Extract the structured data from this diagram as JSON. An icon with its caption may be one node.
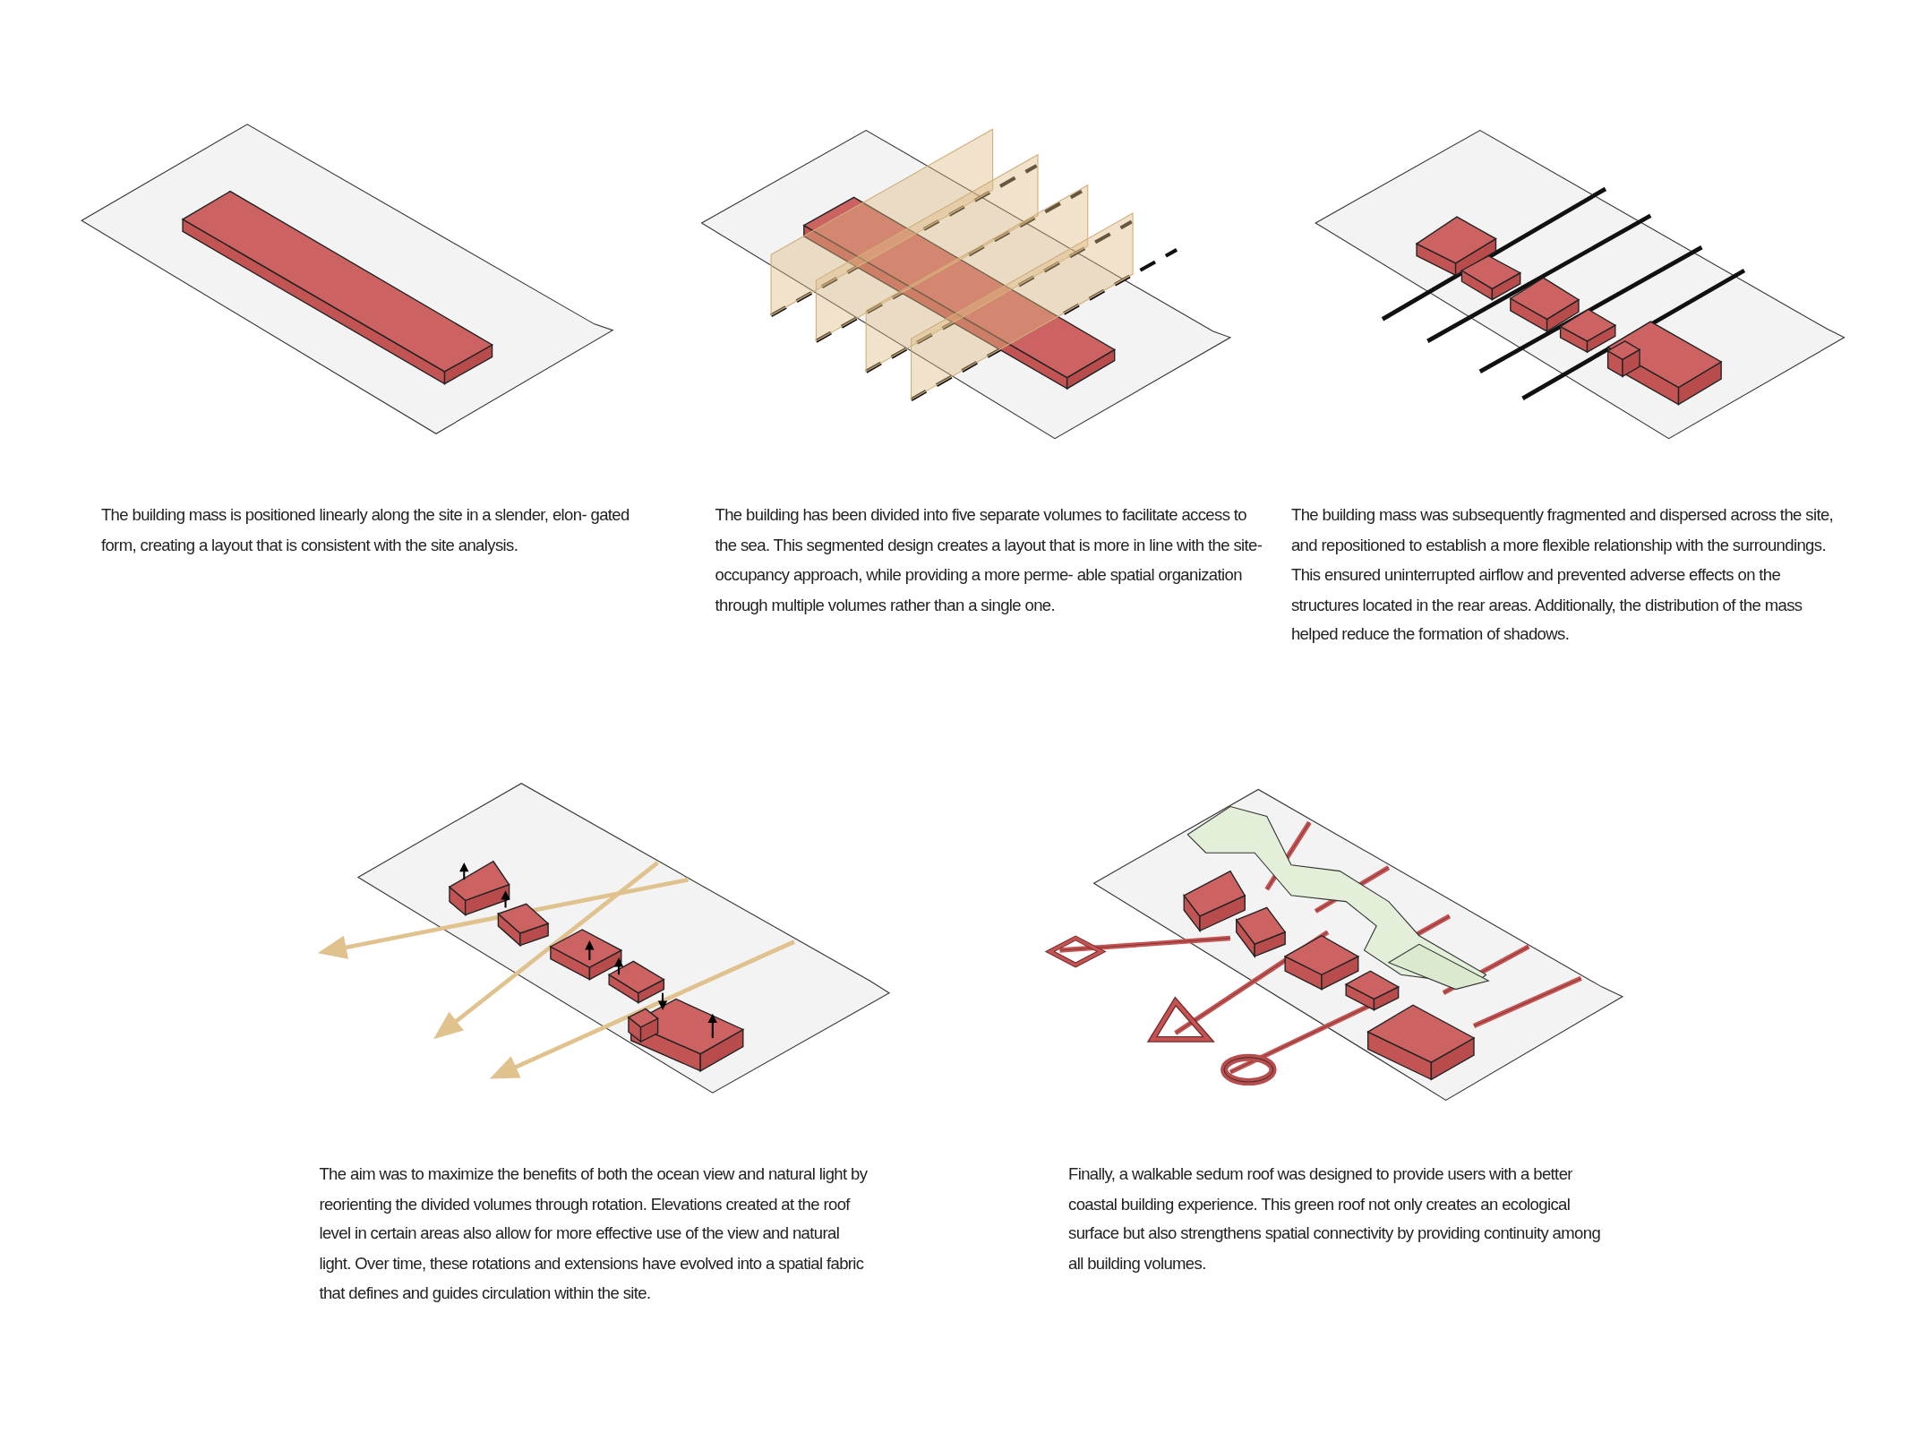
{
  "diagram": {
    "labels": [
      "The building mass is positioned linearly along the site in a slender, elon- gated form, creating a layout that is consistent with the site analysis.",
      "The building has been divided into five separate volumes to facilitate access to the sea. This segmented design creates a layout that is more in line with the site-occupancy approach, while providing a more perme- able spatial organization through multiple volumes rather than a single one.",
      "The building mass was subsequently fragmented and dispersed across the site, and repositioned to establish a more flexible relationship with the surroundings. This ensured uninterrupted airflow and prevented adverse effects on the structures located in the rear areas. Additionally, the distribution of the mass helped reduce the formation of shadows.",
      "The aim was to maximize the benefits of both the ocean view and natural light by reorienting the divided volumes through rotation. Elevations created at the roof level in certain areas also allow for more effective use of the view and natural light. Over time, these rotations and extensions have evolved into a spatial fabric that defines and guides circulation within the site.",
      "Finally, a walkable sedum roof was designed to provide users with a better coastal building experience. This green roof not only creates an ecological surface but also strengthens spatial connectivity by providing continuity among all building volumes."
    ]
  }
}
